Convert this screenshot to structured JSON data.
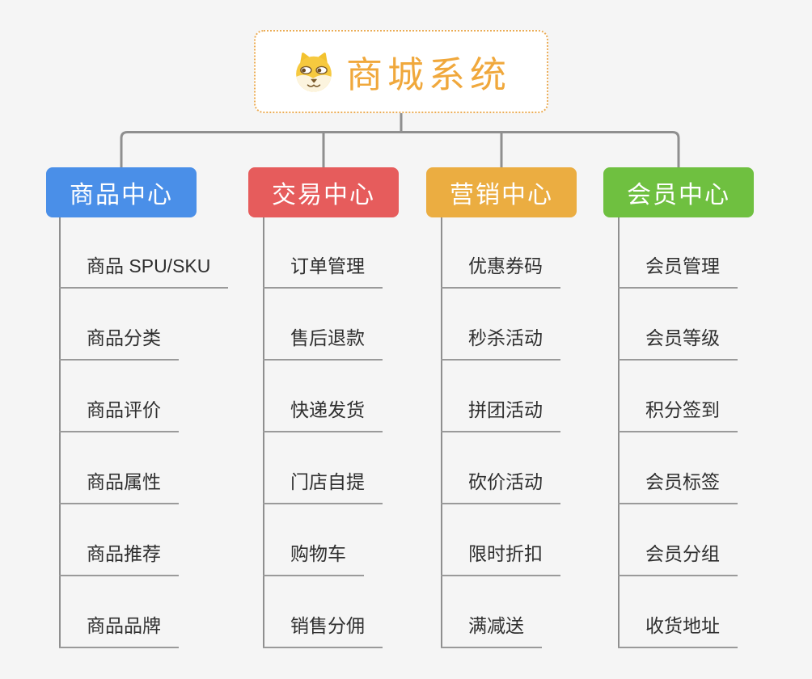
{
  "colors": {
    "root_text": "#f0a83c",
    "root_border": "#ebac55",
    "connector": "#8f8f8f",
    "underline": "#9a9a9a"
  },
  "root": {
    "title": "商城系统",
    "icon": "shiba-dog-icon"
  },
  "branches": [
    {
      "label": "商品中心",
      "color": "#4a8fe8",
      "items": [
        "商品 SPU/SKU",
        "商品分类",
        "商品评价",
        "商品属性",
        "商品推荐",
        "商品品牌"
      ]
    },
    {
      "label": "交易中心",
      "color": "#e65c5c",
      "items": [
        "订单管理",
        "售后退款",
        "快递发货",
        "门店自提",
        "购物车",
        "销售分佣"
      ]
    },
    {
      "label": "营销中心",
      "color": "#ebad41",
      "items": [
        "优惠券码",
        "秒杀活动",
        "拼团活动",
        "砍价活动",
        "限时折扣",
        "满减送"
      ]
    },
    {
      "label": "会员中心",
      "color": "#6fc040",
      "items": [
        "会员管理",
        "会员等级",
        "积分签到",
        "会员标签",
        "会员分组",
        "收货地址"
      ]
    }
  ]
}
